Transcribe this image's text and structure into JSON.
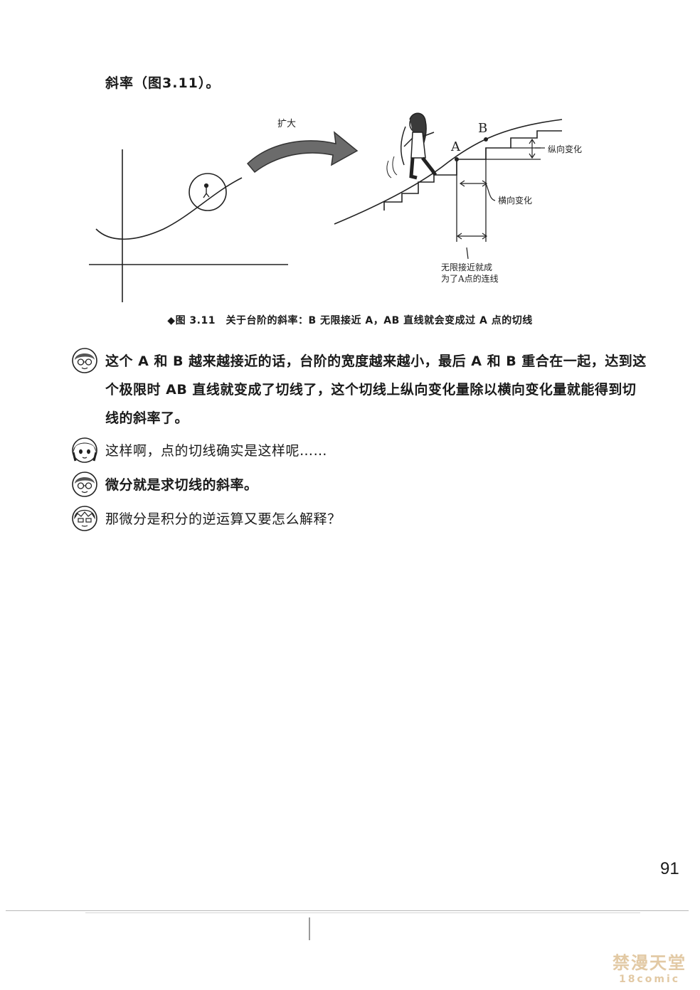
{
  "intro_text": "斜率（图3.11）。",
  "figure": {
    "label_enlarge": "扩大",
    "label_A": "A",
    "label_B": "B",
    "label_vertical": "纵向变化",
    "label_horizontal": "横向变化",
    "label_limit_line1": "无限接近就成",
    "label_limit_line2": "为了A点的连线"
  },
  "caption": "◆图 3.11　关于台阶的斜率：B 无限接近 A，AB 直线就会变成过 A 点的切线",
  "dialogs": [
    {
      "avatar": "glasses-girl-avatar",
      "text": "这个 A 和 B 越来越接近的话，台阶的宽度越来越小，最后 A 和 B 重合在一起，达到这个极限时 AB 直线就变成了切线了，这个切线上纵向变化量除以横向变化量就能得到切线的斜率了。"
    },
    {
      "avatar": "dark-hair-girl-avatar",
      "text": "这样啊，点的切线确实是这样呢……"
    },
    {
      "avatar": "glasses-girl-avatar",
      "text": "微分就是求切线的斜率。"
    },
    {
      "avatar": "light-hair-girl-avatar",
      "text": "那微分是积分的逆运算又要怎么解释？"
    }
  ],
  "page_number": "91",
  "watermark_line1": "禁漫天堂",
  "watermark_line2": "18comic"
}
